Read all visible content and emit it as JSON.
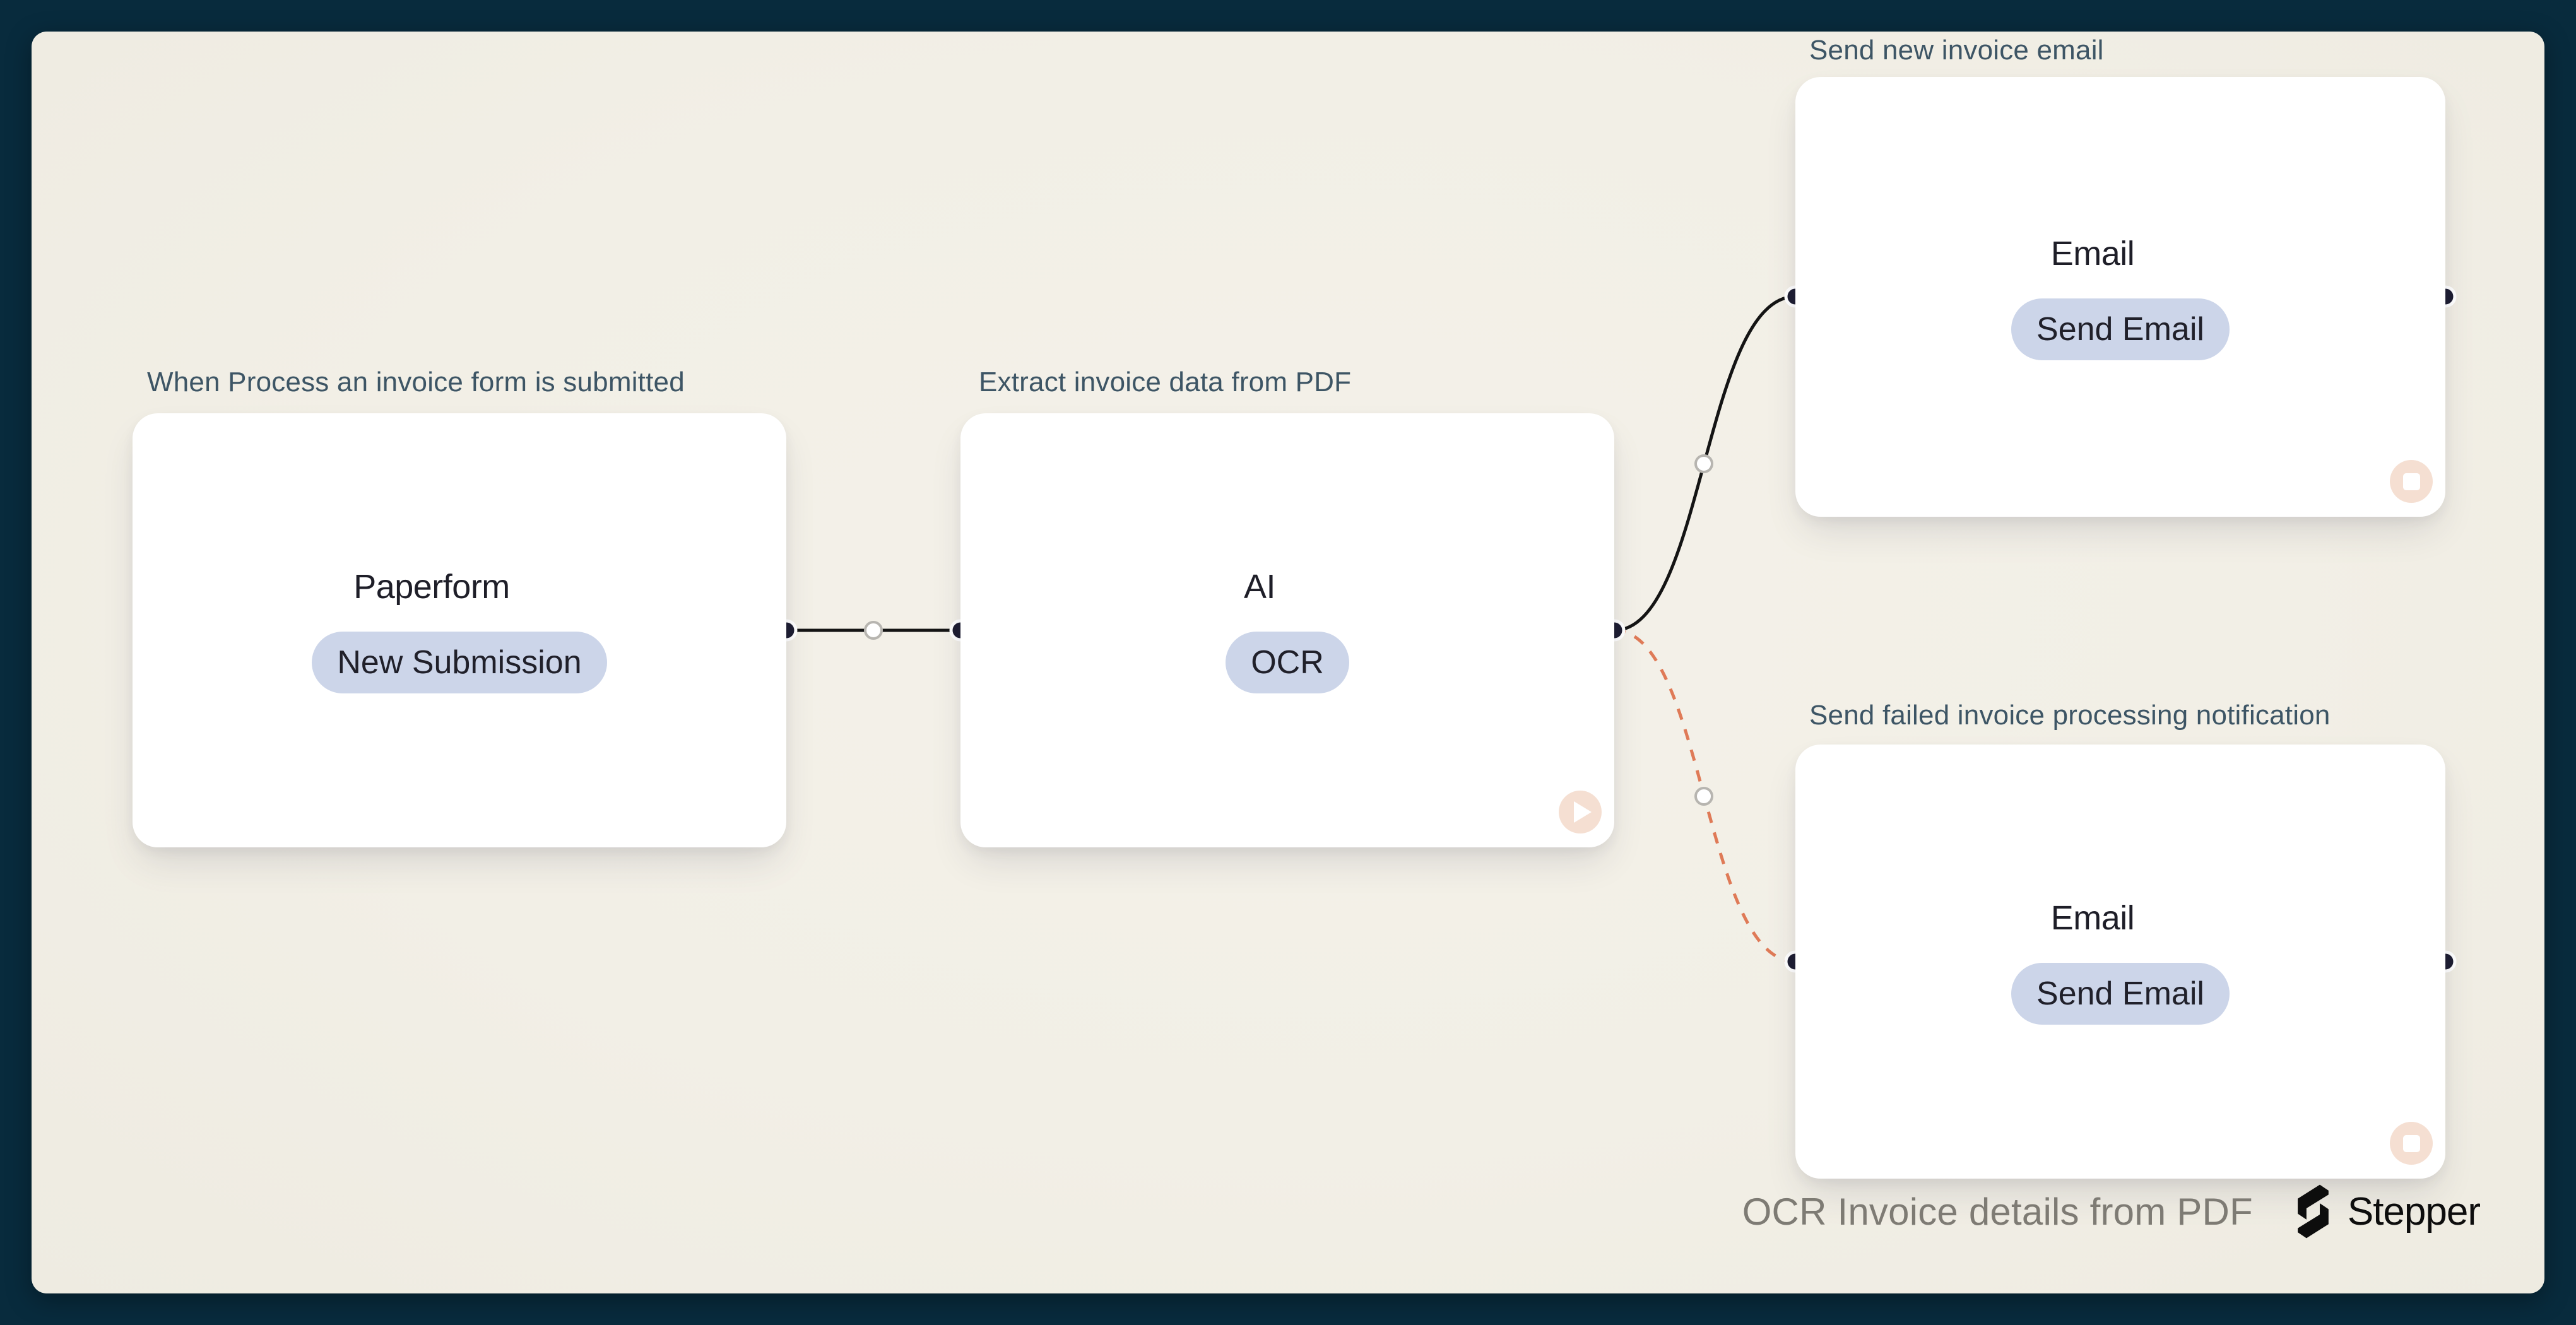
{
  "app": {
    "name": "Stepper",
    "view": "workflow-canvas"
  },
  "nodes": [
    {
      "id": "paperform-trigger",
      "label": "When Process an invoice form is submitted",
      "title": "Paperform",
      "badge": "New Submission",
      "action_icon": null
    },
    {
      "id": "ai-ocr",
      "label": "Extract invoice data from PDF",
      "title": "AI",
      "badge": "OCR",
      "action_icon": "play-icon"
    },
    {
      "id": "email-success",
      "label": "Send new invoice email",
      "title": "Email",
      "badge": "Send Email",
      "action_icon": "stop-icon"
    },
    {
      "id": "email-failed",
      "label": "Send failed invoice processing notification",
      "title": "Email",
      "badge": "Send Email",
      "action_icon": "stop-icon"
    }
  ],
  "connections": [
    {
      "from": "paperform-trigger",
      "to": "ai-ocr",
      "style": "solid"
    },
    {
      "from": "ai-ocr",
      "to": "email-success",
      "style": "solid"
    },
    {
      "from": "ai-ocr",
      "to": "email-failed",
      "style": "dashed"
    }
  ],
  "footer": {
    "caption": "OCR Invoice details from PDF",
    "brand": "Stepper"
  },
  "colors": {
    "background": "#082b3d",
    "canvas": "#f2efe6",
    "card": "#ffffff",
    "badge_bg": "#ccd5e9",
    "badge_text": "#20202a",
    "title_text": "#1e1e28",
    "label_text": "#3d5565",
    "connector_solid": "#141414",
    "connector_dashed": "#df7a57",
    "port_fill": "#1e1e32",
    "port_ring": "#ffffff",
    "midpoint_ring": "#b7b5b0",
    "action_circle": "#f5dfd2",
    "caption_text": "#7e7b74",
    "brand_text": "#0d0d0d"
  }
}
